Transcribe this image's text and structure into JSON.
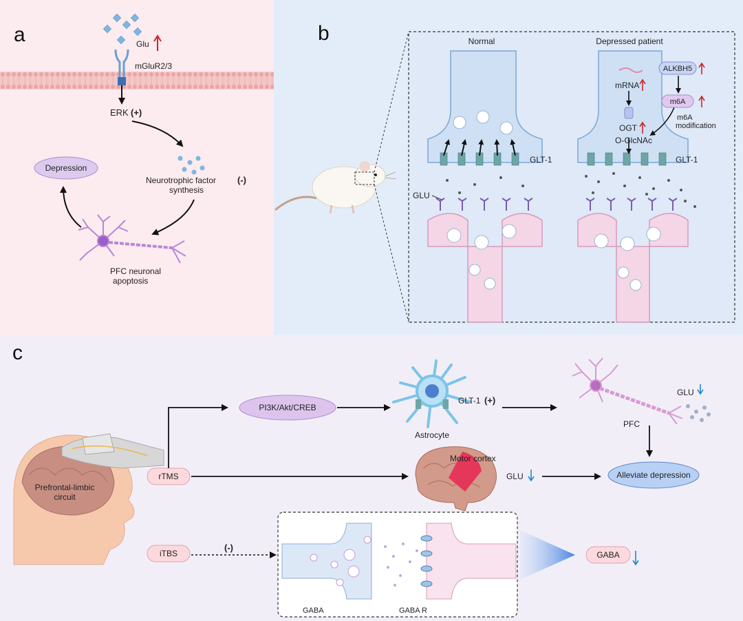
{
  "panel_a": {
    "letter": "a",
    "glu": "Glu",
    "receptor": "mGluR2/3",
    "erk": "ERK",
    "erk_sign": "(+)",
    "factor_line1": "Neurotrophic factor",
    "factor_line2": "synthesis",
    "factor_sign": "(-)",
    "depression": "Depression",
    "apoptosis_line1": "PFC neuronal",
    "apoptosis_line2": "apoptosis"
  },
  "panel_b": {
    "letter": "b",
    "normal": "Normal",
    "depressed": "Depressed patient",
    "glt1_left": "GLT-1",
    "glt1_right": "GLT-1",
    "glu": "GLU",
    "mrna": "mRNA",
    "ogt": "OGT",
    "oglcnac": "O-GlcNAc",
    "alkbh5": "ALKBH5",
    "m6a": "m6A",
    "m6a_mod_line1": "m6A",
    "m6a_mod_line2": "modification"
  },
  "panel_c": {
    "letter": "c",
    "brain_label_line1": "Prefrontal-limbic",
    "brain_label_line2": "circuit",
    "rtms": "rTMS",
    "itbs": "iTBS",
    "itbs_sign": "(-)",
    "pathway": "PI3K/Akt/CREB",
    "astrocyte": "Astrocyte",
    "glt1": "GLT-1",
    "glt1_sign": "(+)",
    "pfc": "PFC",
    "glu_top": "GLU",
    "motor": "Motor cortex",
    "glu_mid": "GLU",
    "alleviate": "Alleviate depression",
    "gaba_left": "GABA",
    "gaba_r": "GABA R",
    "gaba_out": "GABA"
  },
  "colors": {
    "panel_a_bg": "#fcebef",
    "panel_b_bg": "#e3edf9",
    "panel_c_bg": "#f2eef8",
    "up_arrow": "#c62828",
    "down_arrow": "#1e88c8"
  }
}
